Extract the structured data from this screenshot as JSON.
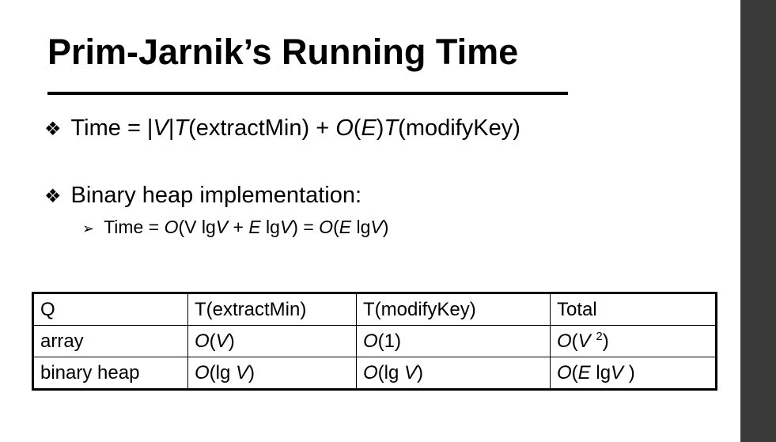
{
  "slide": {
    "title": "Prim-Jarnik’s Running Time",
    "bullets": [
      {
        "marker": "❖",
        "parts": [
          "Time = |",
          "V",
          "|",
          "T",
          "(extractMin) + ",
          "O",
          "(",
          "E",
          ")",
          "T",
          "(modifyKey)"
        ]
      },
      {
        "marker": "❖",
        "text": "Binary heap implementation:"
      }
    ],
    "sub_bullet": {
      "marker": "➢",
      "parts": [
        "Time = ",
        "O",
        "(V lg",
        "V",
        " + ",
        "E",
        " lg",
        "V",
        ") = ",
        "O",
        "(",
        "E",
        " lg",
        "V",
        ")"
      ]
    }
  },
  "table": {
    "headers": [
      "Q",
      "T(extractMin)",
      "T(modifyKey)",
      "Total"
    ],
    "rows": [
      {
        "q": "array",
        "extract": [
          "O",
          "(",
          "V",
          ")"
        ],
        "modify": [
          "O",
          "(1)"
        ],
        "total": [
          "O",
          "(",
          "V",
          " ",
          "2",
          ")"
        ]
      },
      {
        "q": "binary heap",
        "extract": [
          "O",
          "(lg ",
          "V",
          ")"
        ],
        "modify": [
          "O",
          "(lg ",
          "V",
          ")"
        ],
        "total": [
          "O",
          "(",
          "E",
          " lg",
          "V",
          " )"
        ]
      }
    ]
  }
}
